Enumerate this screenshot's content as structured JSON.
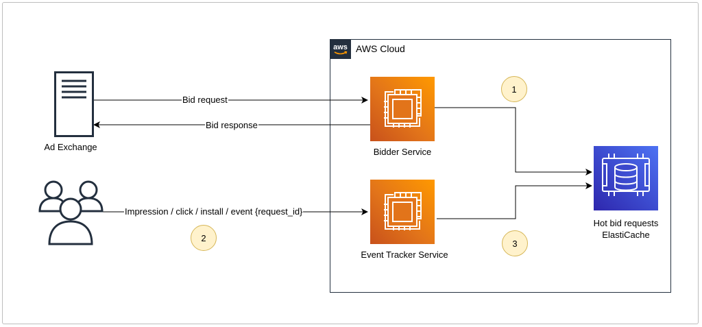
{
  "nodes": {
    "ad_exchange": {
      "label": "Ad Exchange"
    },
    "users": {
      "label": ""
    },
    "bidder": {
      "label": "Bidder Service"
    },
    "tracker": {
      "label": "Event Tracker Service"
    },
    "cache": {
      "label_line1": "Hot bid requests",
      "label_line2": "ElastiCache"
    }
  },
  "cloud": {
    "title": "AWS Cloud",
    "logo_text": "aws"
  },
  "edges": {
    "bid_request": "Bid request",
    "bid_response": "Bid response",
    "events": "Impression / click / install / event {request_id}"
  },
  "steps": [
    "1",
    "2",
    "3"
  ],
  "colors": {
    "ec2_orange": "#ed7100",
    "elasticache_blue": "#3b48cc",
    "badge_fill": "#fff2cc",
    "badge_stroke": "#d6b656",
    "cloud_border": "#232f3e"
  }
}
